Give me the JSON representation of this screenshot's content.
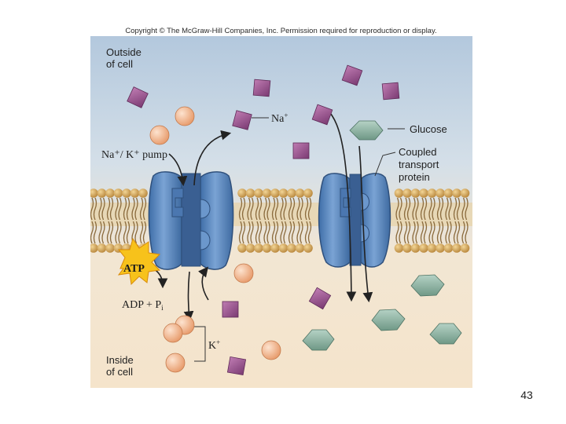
{
  "copyright": "Copyright © The McGraw-Hill Companies, Inc. Permission required for reproduction or display.",
  "labels": {
    "outside_line1": "Outside",
    "outside_line2": "of cell",
    "inside_line1": "Inside",
    "inside_line2": "of cell",
    "na": "Na",
    "na_sup": "+",
    "pump": "Na⁺/ K⁺ pump",
    "glucose": "Glucose",
    "coupled_line1": "Coupled",
    "coupled_line2": "transport",
    "coupled_line3": "protein",
    "atp": "ATP",
    "adp": "ADP + P",
    "adp_sub": "i",
    "k": "K",
    "k_sup": "+"
  },
  "page_number": "43",
  "colors": {
    "background_top": "#b9cde0",
    "background_bottom": "#f4e4cc",
    "sodium": "#9a4f8e",
    "potassium": "#f0b48c",
    "glucose": "#8fb3a4",
    "protein": "#5d88c0",
    "atp_burst": "#f7c21b",
    "lipid_head": "#d9a75c"
  }
}
